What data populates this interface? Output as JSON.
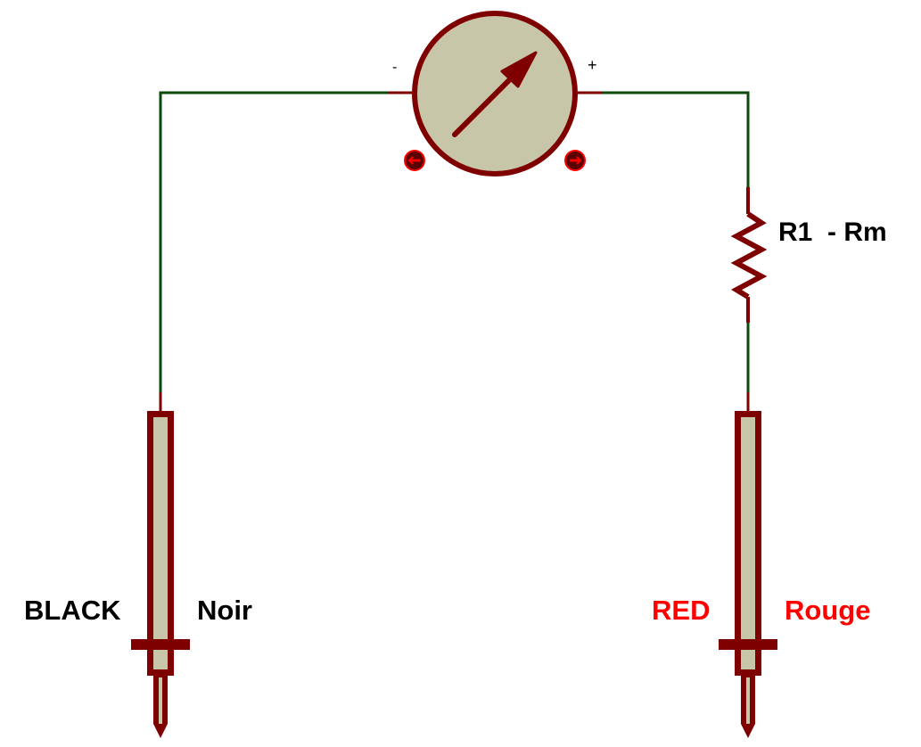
{
  "diagram": {
    "type": "circuit-schematic",
    "colors": {
      "wire": "#0b4a0b",
      "component": "#7f0000",
      "fill": "#c8c6a8",
      "pin_marker": "#ff0000",
      "text_black": "#000000",
      "text_red": "#ff0000"
    },
    "meter": {
      "name": "galvanometer",
      "negative_label": "-",
      "positive_label": "+",
      "left_pin_icon": "arrow-left",
      "right_pin_icon": "arrow-right"
    },
    "resistor": {
      "label": "R1  - Rm"
    },
    "probes": {
      "black": {
        "label_en": "BLACK",
        "label_fr": "Noir"
      },
      "red": {
        "label_en": "RED",
        "label_fr": "Rouge"
      }
    }
  }
}
